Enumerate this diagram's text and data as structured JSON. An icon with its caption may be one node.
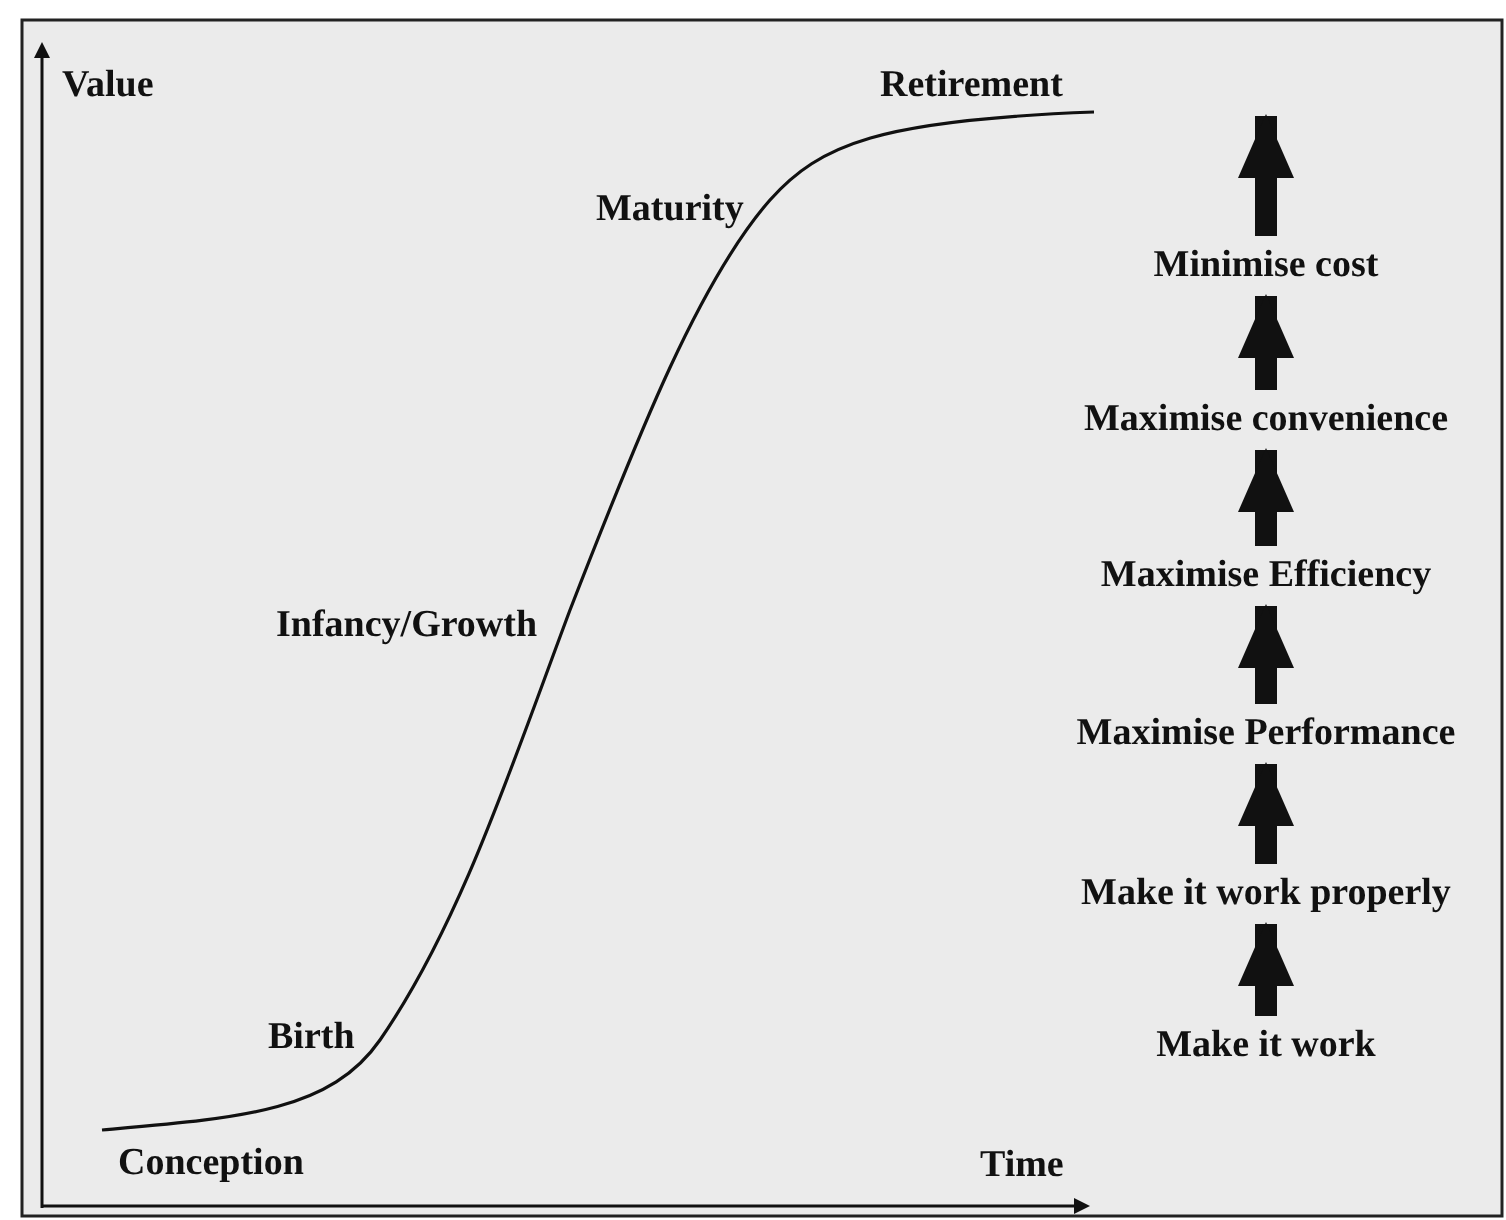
{
  "diagram": {
    "nodes": [
      {
        "text": [
          "Minimise cost"
        ]
      },
      {
        "text": [
          "Maximise convenience"
        ]
      },
      {
        "text": [
          "Maximise Efficiency"
        ]
      },
      {
        "text": [
          "Maximise Performance"
        ]
      },
      {
        "text": [
          "Make it work properly"
        ]
      },
      {
        "text": [
          "Make it work"
        ]
      }
    ],
    "edges": [
      {
        "from": 5,
        "to": 4,
        "arrow": "to"
      },
      {
        "from": 4,
        "to": 3,
        "arrow": "to"
      },
      {
        "from": 3,
        "to": 2,
        "arrow": "to"
      },
      {
        "from": 2,
        "to": 1,
        "arrow": "to"
      },
      {
        "from": 1,
        "to": 0,
        "arrow": "to"
      },
      {
        "from": 0,
        "to": null,
        "arrow": "to"
      }
    ],
    "labels": [
      "Value",
      "Retirement",
      "Maturity",
      "Infancy/Growth",
      "Birth",
      "Conception",
      "Time"
    ]
  }
}
